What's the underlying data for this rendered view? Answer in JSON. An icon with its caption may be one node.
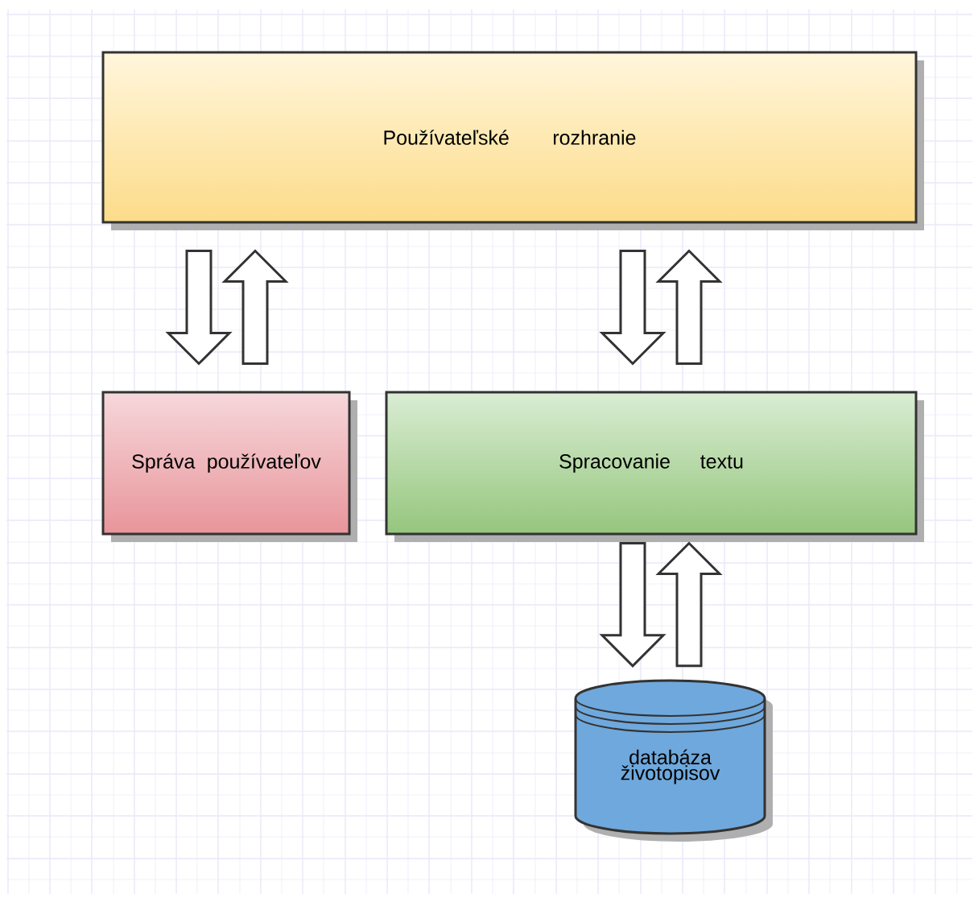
{
  "diagram": {
    "nodes": [
      {
        "text": [
          "Používateľské rozhranie"
        ]
      },
      {
        "text": [
          "Správa používateľov"
        ]
      },
      {
        "text": [
          "Spracovanie textu"
        ]
      },
      {
        "text": [
          "databáza životopisov"
        ]
      }
    ],
    "edges": [
      {
        "from": 0,
        "to": 1,
        "arrow": "to"
      },
      {
        "from": 1,
        "to": 0,
        "arrow": "to"
      },
      {
        "from": 0,
        "to": 2,
        "arrow": "to"
      },
      {
        "from": 2,
        "to": 0,
        "arrow": "to"
      },
      {
        "from": 2,
        "to": 3,
        "arrow": "to"
      },
      {
        "from": 3,
        "to": 2,
        "arrow": "to"
      }
    ]
  }
}
